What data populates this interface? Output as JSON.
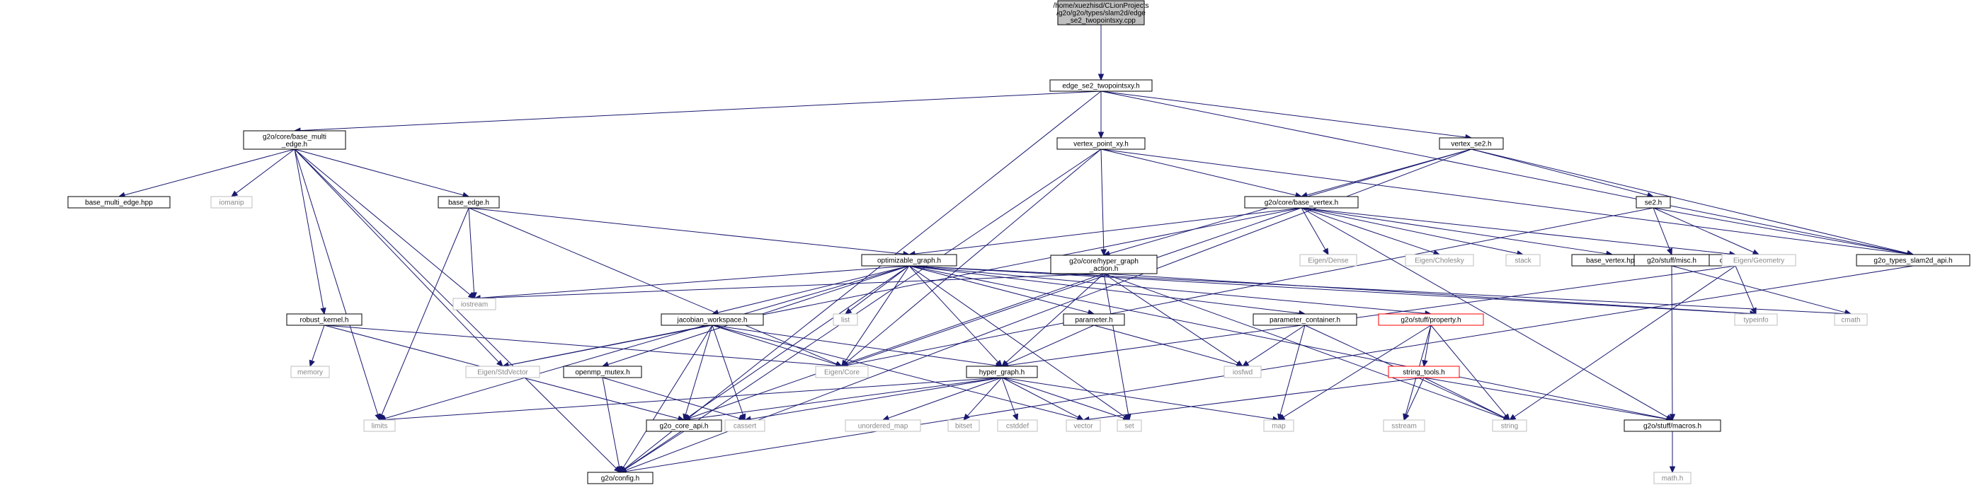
{
  "diagram": {
    "colors": {
      "edge": "#191970",
      "node_border": "#000000",
      "external_border": "#bfbfbf",
      "external_text": "#888888",
      "truncated_border": "#ff0000",
      "root_fill": "#bfbfbf",
      "node_fill": "#ffffff",
      "text": "#000000"
    },
    "nodes": [
      {
        "id": "root",
        "kind": "root",
        "lines": [
          "/home/xuezhisd/CLionProjects",
          "/g2o/g2o/types/slam2d/edge",
          "_se2_twopointsxy.cpp"
        ]
      },
      {
        "id": "edge_se2_twopointsxy_h",
        "kind": "normal",
        "lines": [
          "edge_se2_twopointsxy.h"
        ]
      },
      {
        "id": "base_multi_edge_h",
        "kind": "normal",
        "lines": [
          "g2o/core/base_multi",
          "_edge.h"
        ]
      },
      {
        "id": "vertex_point_xy_h",
        "kind": "normal",
        "lines": [
          "vertex_point_xy.h"
        ]
      },
      {
        "id": "vertex_se2_h",
        "kind": "normal",
        "lines": [
          "vertex_se2.h"
        ]
      },
      {
        "id": "base_multi_edge_hpp",
        "kind": "normal",
        "lines": [
          "base_multi_edge.hpp"
        ]
      },
      {
        "id": "iomanip",
        "kind": "external",
        "lines": [
          "iomanip"
        ]
      },
      {
        "id": "base_edge_h",
        "kind": "normal",
        "lines": [
          "base_edge.h"
        ]
      },
      {
        "id": "base_vertex_h",
        "kind": "normal",
        "lines": [
          "g2o/core/base_vertex.h"
        ]
      },
      {
        "id": "se2_h",
        "kind": "normal",
        "lines": [
          "se2.h"
        ]
      },
      {
        "id": "optimizable_graph_h",
        "kind": "normal",
        "lines": [
          "optimizable_graph.h"
        ]
      },
      {
        "id": "hyper_graph_action_h",
        "kind": "normal",
        "lines": [
          "g2o/core/hyper_graph",
          "_action.h"
        ]
      },
      {
        "id": "eigen_dense",
        "kind": "external",
        "lines": [
          "Eigen/Dense"
        ]
      },
      {
        "id": "eigen_cholesky",
        "kind": "external",
        "lines": [
          "Eigen/Cholesky"
        ]
      },
      {
        "id": "stack",
        "kind": "external",
        "lines": [
          "stack"
        ]
      },
      {
        "id": "base_vertex_hpp",
        "kind": "normal",
        "lines": [
          "base_vertex.hpp"
        ]
      },
      {
        "id": "creators_h",
        "kind": "normal",
        "lines": [
          "creators.h"
        ]
      },
      {
        "id": "misc_h",
        "kind": "normal",
        "lines": [
          "g2o/stuff/misc.h"
        ]
      },
      {
        "id": "eigen_geometry",
        "kind": "external",
        "lines": [
          "Eigen/Geometry"
        ]
      },
      {
        "id": "slam2d_api_h",
        "kind": "normal",
        "lines": [
          "g2o_types_slam2d_api.h"
        ]
      },
      {
        "id": "iostream",
        "kind": "external",
        "lines": [
          "iostream"
        ]
      },
      {
        "id": "list",
        "kind": "external",
        "lines": [
          "list"
        ]
      },
      {
        "id": "property_h",
        "kind": "truncated",
        "lines": [
          "g2o/stuff/property.h"
        ]
      },
      {
        "id": "typeinfo",
        "kind": "external",
        "lines": [
          "typeinfo"
        ]
      },
      {
        "id": "cmath",
        "kind": "external",
        "lines": [
          "cmath"
        ]
      },
      {
        "id": "robust_kernel_h",
        "kind": "normal",
        "lines": [
          "robust_kernel.h"
        ]
      },
      {
        "id": "jacobian_workspace_h",
        "kind": "normal",
        "lines": [
          "jacobian_workspace.h"
        ]
      },
      {
        "id": "parameter_h",
        "kind": "normal",
        "lines": [
          "parameter.h"
        ]
      },
      {
        "id": "parameter_container_h",
        "kind": "normal",
        "lines": [
          "parameter_container.h"
        ]
      },
      {
        "id": "memory",
        "kind": "external",
        "lines": [
          "memory"
        ]
      },
      {
        "id": "eigen_stdvector",
        "kind": "external",
        "lines": [
          "Eigen/StdVector"
        ]
      },
      {
        "id": "eigen_core",
        "kind": "external",
        "lines": [
          "Eigen/Core"
        ]
      },
      {
        "id": "iosfwd",
        "kind": "external",
        "lines": [
          "iosfwd"
        ]
      },
      {
        "id": "string_tools_h",
        "kind": "truncated",
        "lines": [
          "string_tools.h"
        ]
      },
      {
        "id": "openmp_mutex_h",
        "kind": "normal",
        "lines": [
          "openmp_mutex.h"
        ]
      },
      {
        "id": "hyper_graph_h",
        "kind": "normal",
        "lines": [
          "hyper_graph.h"
        ]
      },
      {
        "id": "limits",
        "kind": "external",
        "lines": [
          "limits"
        ]
      },
      {
        "id": "g2o_core_api_h",
        "kind": "normal",
        "lines": [
          "g2o_core_api.h"
        ]
      },
      {
        "id": "cassert",
        "kind": "external",
        "lines": [
          "cassert"
        ]
      },
      {
        "id": "unordered_map",
        "kind": "external",
        "lines": [
          "unordered_map"
        ]
      },
      {
        "id": "bitset",
        "kind": "external",
        "lines": [
          "bitset"
        ]
      },
      {
        "id": "cstddef",
        "kind": "external",
        "lines": [
          "cstddef"
        ]
      },
      {
        "id": "vector",
        "kind": "external",
        "lines": [
          "vector"
        ]
      },
      {
        "id": "set",
        "kind": "external",
        "lines": [
          "set"
        ]
      },
      {
        "id": "map",
        "kind": "external",
        "lines": [
          "map"
        ]
      },
      {
        "id": "sstream",
        "kind": "external",
        "lines": [
          "sstream"
        ]
      },
      {
        "id": "string",
        "kind": "external",
        "lines": [
          "string"
        ]
      },
      {
        "id": "macros_h",
        "kind": "normal",
        "lines": [
          "g2o/stuff/macros.h"
        ]
      },
      {
        "id": "config_h",
        "kind": "normal",
        "lines": [
          "g2o/config.h"
        ]
      },
      {
        "id": "math_h",
        "kind": "external",
        "lines": [
          "math.h"
        ]
      }
    ],
    "edges": [
      [
        "root",
        "edge_se2_twopointsxy_h"
      ],
      [
        "edge_se2_twopointsxy_h",
        "base_multi_edge_h"
      ],
      [
        "edge_se2_twopointsxy_h",
        "vertex_point_xy_h"
      ],
      [
        "edge_se2_twopointsxy_h",
        "vertex_se2_h"
      ],
      [
        "edge_se2_twopointsxy_h",
        "slam2d_api_h"
      ],
      [
        "edge_se2_twopointsxy_h",
        "config_h"
      ],
      [
        "base_multi_edge_h",
        "base_multi_edge_hpp"
      ],
      [
        "base_multi_edge_h",
        "iomanip"
      ],
      [
        "base_multi_edge_h",
        "base_edge_h"
      ],
      [
        "base_multi_edge_h",
        "robust_kernel_h"
      ],
      [
        "base_multi_edge_h",
        "iostream"
      ],
      [
        "base_multi_edge_h",
        "eigen_stdvector"
      ],
      [
        "base_multi_edge_h",
        "limits"
      ],
      [
        "base_multi_edge_h",
        "config_h"
      ],
      [
        "vertex_point_xy_h",
        "base_vertex_h"
      ],
      [
        "vertex_point_xy_h",
        "hyper_graph_action_h"
      ],
      [
        "vertex_point_xy_h",
        "slam2d_api_h"
      ],
      [
        "vertex_point_xy_h",
        "eigen_core"
      ],
      [
        "vertex_point_xy_h",
        "config_h"
      ],
      [
        "vertex_se2_h",
        "base_vertex_h"
      ],
      [
        "vertex_se2_h",
        "hyper_graph_action_h"
      ],
      [
        "vertex_se2_h",
        "se2_h"
      ],
      [
        "vertex_se2_h",
        "slam2d_api_h"
      ],
      [
        "vertex_se2_h",
        "config_h"
      ],
      [
        "base_edge_h",
        "optimizable_graph_h"
      ],
      [
        "base_edge_h",
        "iostream"
      ],
      [
        "base_edge_h",
        "eigen_core"
      ],
      [
        "base_edge_h",
        "limits"
      ],
      [
        "base_vertex_h",
        "optimizable_graph_h"
      ],
      [
        "base_vertex_h",
        "creators_h"
      ],
      [
        "base_vertex_h",
        "eigen_dense"
      ],
      [
        "base_vertex_h",
        "eigen_cholesky"
      ],
      [
        "base_vertex_h",
        "stack"
      ],
      [
        "base_vertex_h",
        "base_vertex_hpp"
      ],
      [
        "base_vertex_h",
        "eigen_core"
      ],
      [
        "base_vertex_h",
        "eigen_stdvector"
      ],
      [
        "base_vertex_h",
        "macros_h"
      ],
      [
        "se2_h",
        "misc_h"
      ],
      [
        "se2_h",
        "eigen_geometry"
      ],
      [
        "se2_h",
        "slam2d_api_h"
      ],
      [
        "se2_h",
        "eigen_core"
      ],
      [
        "misc_h",
        "cmath"
      ],
      [
        "misc_h",
        "macros_h"
      ],
      [
        "slam2d_api_h",
        "config_h"
      ],
      [
        "hyper_graph_action_h",
        "hyper_graph_h"
      ],
      [
        "hyper_graph_action_h",
        "typeinfo"
      ],
      [
        "hyper_graph_action_h",
        "iosfwd"
      ],
      [
        "hyper_graph_action_h",
        "set"
      ],
      [
        "hyper_graph_action_h",
        "string"
      ],
      [
        "hyper_graph_action_h",
        "iostream"
      ],
      [
        "hyper_graph_action_h",
        "g2o_core_api_h"
      ],
      [
        "creators_h",
        "hyper_graph_h"
      ],
      [
        "creators_h",
        "typeinfo"
      ],
      [
        "creators_h",
        "string"
      ],
      [
        "optimizable_graph_h",
        "hyper_graph_h"
      ],
      [
        "optimizable_graph_h",
        "jacobian_workspace_h"
      ],
      [
        "optimizable_graph_h",
        "parameter_h"
      ],
      [
        "optimizable_graph_h",
        "parameter_container_h"
      ],
      [
        "optimizable_graph_h",
        "property_h"
      ],
      [
        "optimizable_graph_h",
        "openmp_mutex_h"
      ],
      [
        "optimizable_graph_h",
        "list"
      ],
      [
        "optimizable_graph_h",
        "set"
      ],
      [
        "optimizable_graph_h",
        "iostream"
      ],
      [
        "optimizable_graph_h",
        "typeinfo"
      ],
      [
        "optimizable_graph_h",
        "cmath"
      ],
      [
        "optimizable_graph_h",
        "eigen_core"
      ],
      [
        "optimizable_graph_h",
        "g2o_core_api_h"
      ],
      [
        "optimizable_graph_h",
        "macros_h"
      ],
      [
        "optimizable_graph_h",
        "limits"
      ],
      [
        "robust_kernel_h",
        "memory"
      ],
      [
        "robust_kernel_h",
        "eigen_core"
      ],
      [
        "robust_kernel_h",
        "g2o_core_api_h"
      ],
      [
        "jacobian_workspace_h",
        "eigen_stdvector"
      ],
      [
        "jacobian_workspace_h",
        "eigen_core"
      ],
      [
        "jacobian_workspace_h",
        "hyper_graph_h"
      ],
      [
        "jacobian_workspace_h",
        "g2o_core_api_h"
      ],
      [
        "jacobian_workspace_h",
        "cassert"
      ],
      [
        "jacobian_workspace_h",
        "vector"
      ],
      [
        "jacobian_workspace_h",
        "config_h"
      ],
      [
        "parameter_h",
        "hyper_graph_h"
      ],
      [
        "parameter_h",
        "iosfwd"
      ],
      [
        "parameter_container_h",
        "iosfwd"
      ],
      [
        "parameter_container_h",
        "map"
      ],
      [
        "parameter_container_h",
        "string"
      ],
      [
        "property_h",
        "string_tools_h"
      ],
      [
        "property_h",
        "map"
      ],
      [
        "property_h",
        "sstream"
      ],
      [
        "property_h",
        "string"
      ],
      [
        "string_tools_h",
        "vector"
      ],
      [
        "string_tools_h",
        "sstream"
      ],
      [
        "string_tools_h",
        "string"
      ],
      [
        "string_tools_h",
        "macros_h"
      ],
      [
        "openmp_mutex_h",
        "cassert"
      ],
      [
        "openmp_mutex_h",
        "config_h"
      ],
      [
        "hyper_graph_h",
        "limits"
      ],
      [
        "hyper_graph_h",
        "g2o_core_api_h"
      ],
      [
        "hyper_graph_h",
        "cassert"
      ],
      [
        "hyper_graph_h",
        "unordered_map"
      ],
      [
        "hyper_graph_h",
        "bitset"
      ],
      [
        "hyper_graph_h",
        "cstddef"
      ],
      [
        "hyper_graph_h",
        "vector"
      ],
      [
        "hyper_graph_h",
        "set"
      ],
      [
        "hyper_graph_h",
        "map"
      ],
      [
        "g2o_core_api_h",
        "config_h"
      ],
      [
        "macros_h",
        "math_h"
      ]
    ]
  }
}
